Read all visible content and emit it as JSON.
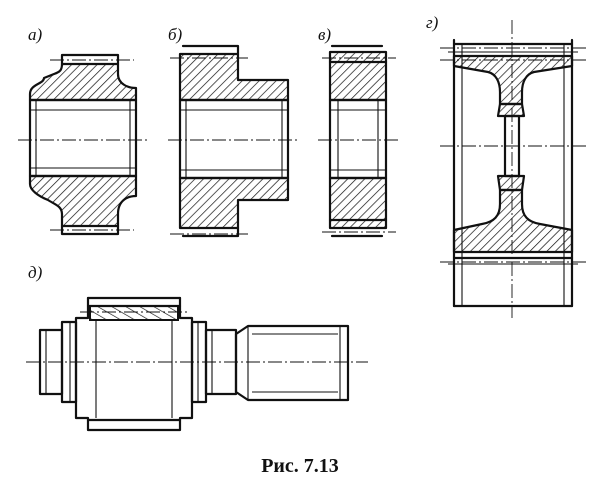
{
  "labels": {
    "a": "а)",
    "b": "б)",
    "v": "в)",
    "g": "г)",
    "d": "д)"
  },
  "caption": "Рис. 7.13"
}
